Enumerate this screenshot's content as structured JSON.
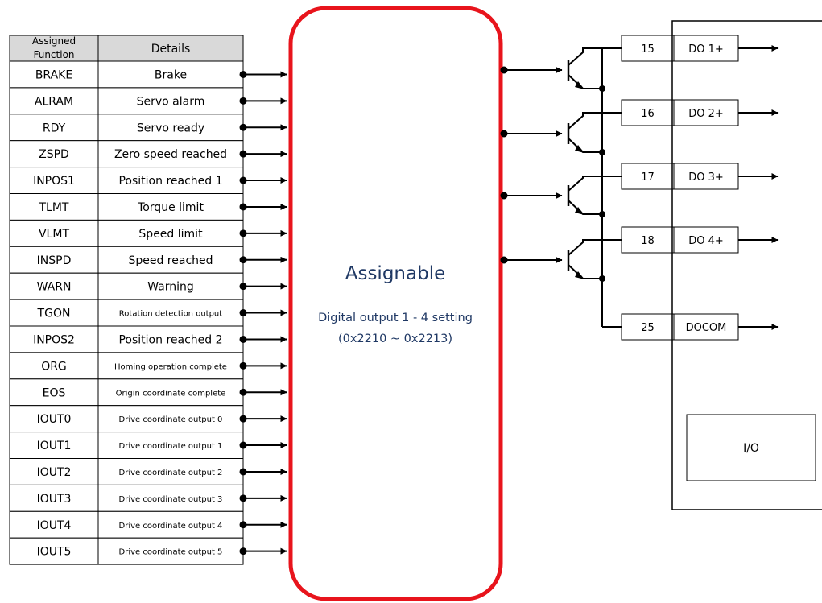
{
  "table": {
    "header_function": "Assigned Function",
    "header_details": "Details",
    "rows": [
      {
        "function": "BRAKE",
        "details": "Brake",
        "size": "normal"
      },
      {
        "function": "ALRAM",
        "details": "Servo alarm",
        "size": "normal"
      },
      {
        "function": "RDY",
        "details": "Servo ready",
        "size": "normal"
      },
      {
        "function": "ZSPD",
        "details": "Zero speed reached",
        "size": "normal"
      },
      {
        "function": "INPOS1",
        "details": "Position reached 1",
        "size": "normal"
      },
      {
        "function": "TLMT",
        "details": "Torque limit",
        "size": "normal"
      },
      {
        "function": "VLMT",
        "details": "Speed limit",
        "size": "normal"
      },
      {
        "function": "INSPD",
        "details": "Speed reached",
        "size": "normal"
      },
      {
        "function": "WARN",
        "details": "Warning",
        "size": "normal"
      },
      {
        "function": "TGON",
        "details": "Rotation detection output",
        "size": "small"
      },
      {
        "function": "INPOS2",
        "details": "Position reached 2",
        "size": "normal"
      },
      {
        "function": "ORG",
        "details": "Homing operation complete",
        "size": "small"
      },
      {
        "function": "EOS",
        "details": "Origin coordinate complete",
        "size": "small"
      },
      {
        "function": "IOUT0",
        "details": "Drive coordinate output 0",
        "size": "small"
      },
      {
        "function": "IOUT1",
        "details": "Drive coordinate output 1",
        "size": "small"
      },
      {
        "function": "IOUT2",
        "details": "Drive coordinate output 2",
        "size": "small"
      },
      {
        "function": "IOUT3",
        "details": "Drive coordinate output 3",
        "size": "small"
      },
      {
        "function": "IOUT4",
        "details": "Drive coordinate output 4",
        "size": "small"
      },
      {
        "function": "IOUT5",
        "details": "Drive coordinate output 5",
        "size": "small"
      }
    ]
  },
  "block": {
    "title": "Assignable",
    "subtitle": "Digital output 1 - 4 setting",
    "range": "(0x2210 ~ 0x2213)",
    "border_color": "#e8141c",
    "text_color": "#1f3864"
  },
  "outputs": [
    {
      "pin": "15",
      "label": "DO 1+"
    },
    {
      "pin": "16",
      "label": "DO 2+"
    },
    {
      "pin": "17",
      "label": "DO 3+"
    },
    {
      "pin": "18",
      "label": "DO 4+"
    },
    {
      "pin": "25",
      "label": "DOCOM"
    }
  ],
  "io_label": "I/O",
  "colors": {
    "header_bg": "#d9d9d9",
    "line": "#000000"
  }
}
